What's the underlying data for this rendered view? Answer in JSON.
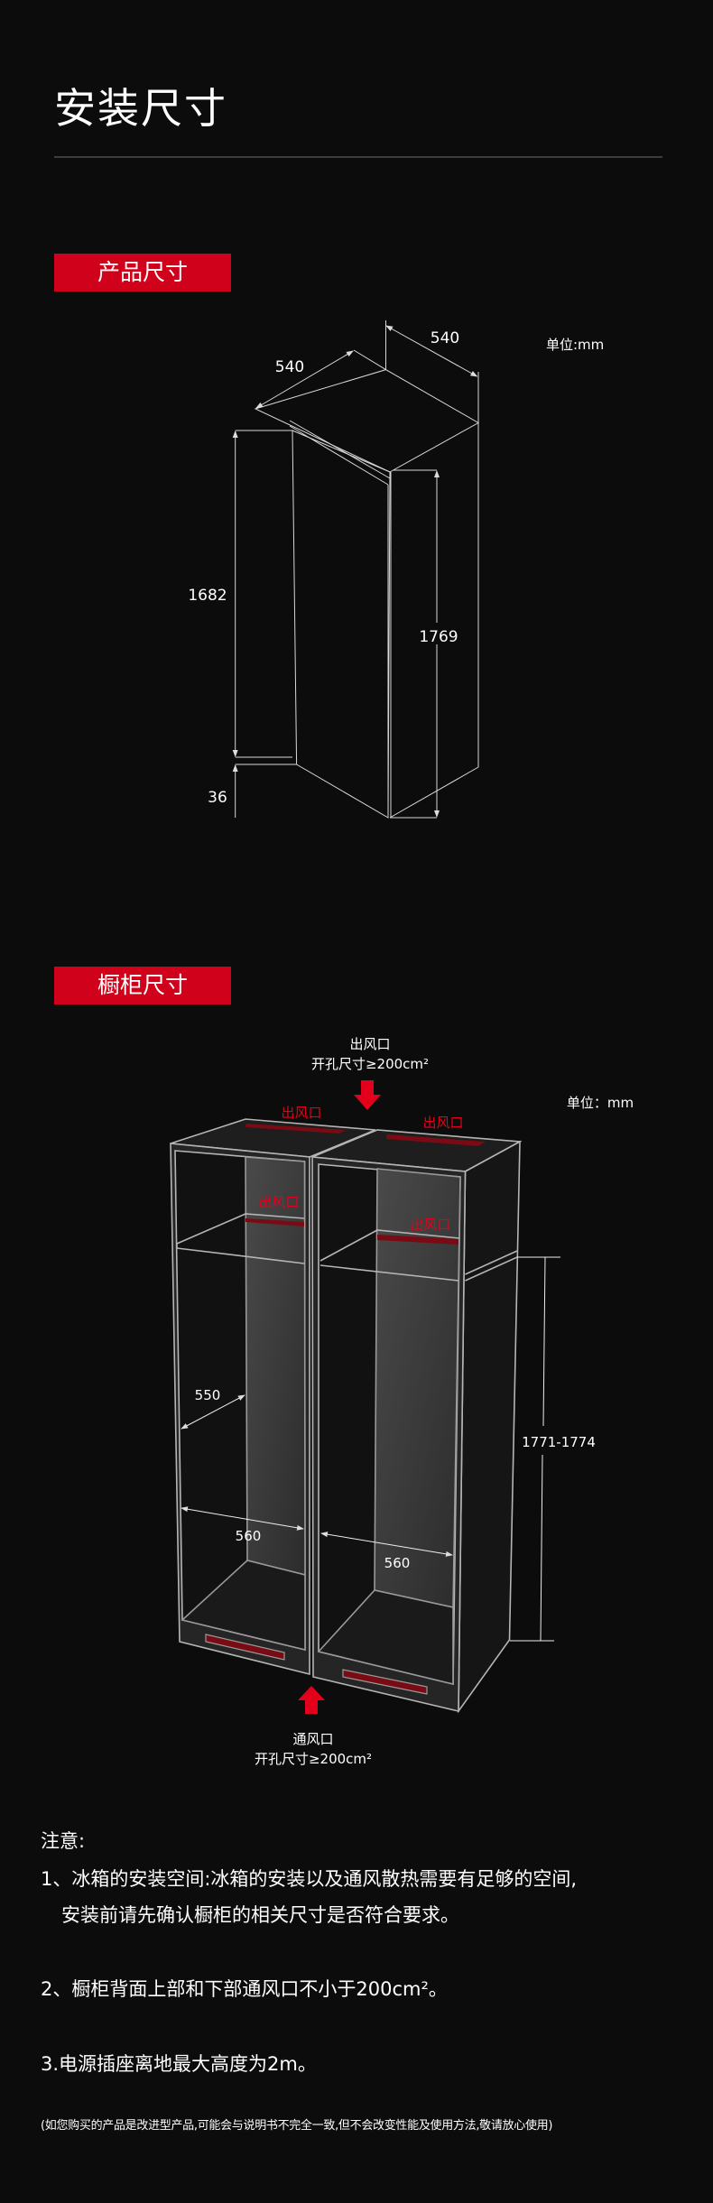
{
  "page_title": "安装尺寸",
  "product_section": {
    "badge": "产品尺寸",
    "unit": "单位:mm",
    "dims": {
      "depth": "540",
      "width": "540",
      "door_height": "1682",
      "base_height": "36",
      "total_height": "1769"
    }
  },
  "cabinet_section": {
    "badge": "橱柜尺寸",
    "unit": "单位：mm",
    "top_vent_title": "出风口",
    "top_vent_spec": "开孔尺寸≥200cm²",
    "vent_label": "出风口",
    "bottom_vent_title": "通风口",
    "bottom_vent_spec": "开孔尺寸≥200cm²",
    "dims": {
      "depth": "550",
      "width_left": "560",
      "width_right": "560",
      "height": "1771-1774"
    },
    "colors": {
      "accent": "#d0021b",
      "vent": "#7a0a14"
    }
  },
  "notes": {
    "heading": "注意:",
    "items": [
      "1、冰箱的安装空间:冰箱的安装以及通风散热需要有足够的空间,",
      "安装前请先确认橱柜的相关尺寸是否符合要求。",
      "2、橱柜背面上部和下部通风口不小于200cm²。",
      "3.电源插座离地最大高度为2m。"
    ],
    "footnote": "(如您购买的产品是改进型产品,可能会与说明书不完全一致,但不会改变性能及使用方法,敬请放心使用)"
  }
}
